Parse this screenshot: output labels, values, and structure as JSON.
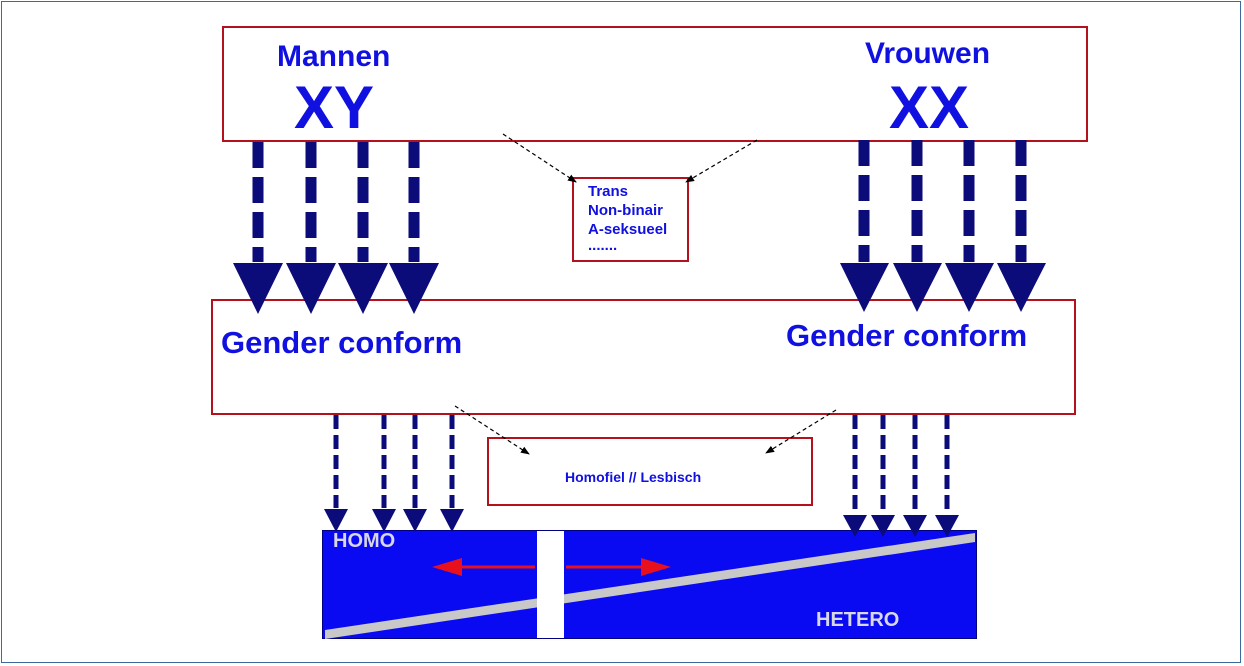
{
  "top_box": {
    "left_label": "Mannen",
    "left_chromosomes": "XY",
    "right_label": "Vrouwen",
    "right_chromosomes": "XX"
  },
  "middle_box": {
    "left_label": "Gender conform",
    "right_label": "Gender conform"
  },
  "identity_box": {
    "lines": [
      "Trans",
      "Non-binair",
      "A-seksueel",
      "......."
    ]
  },
  "orientation_box": {
    "label": "Homofiel // Lesbisch"
  },
  "scale": {
    "top_left_label": "HOMO",
    "bottom_right_label": "HETERO",
    "fill_color": "#0a0af2",
    "arrow_color": "#e8101c",
    "diagonal_color": "#c8c8c8"
  },
  "colors": {
    "text": "#1010e0",
    "box_border": "#b3121c",
    "arrow": "#0b0b7a"
  }
}
